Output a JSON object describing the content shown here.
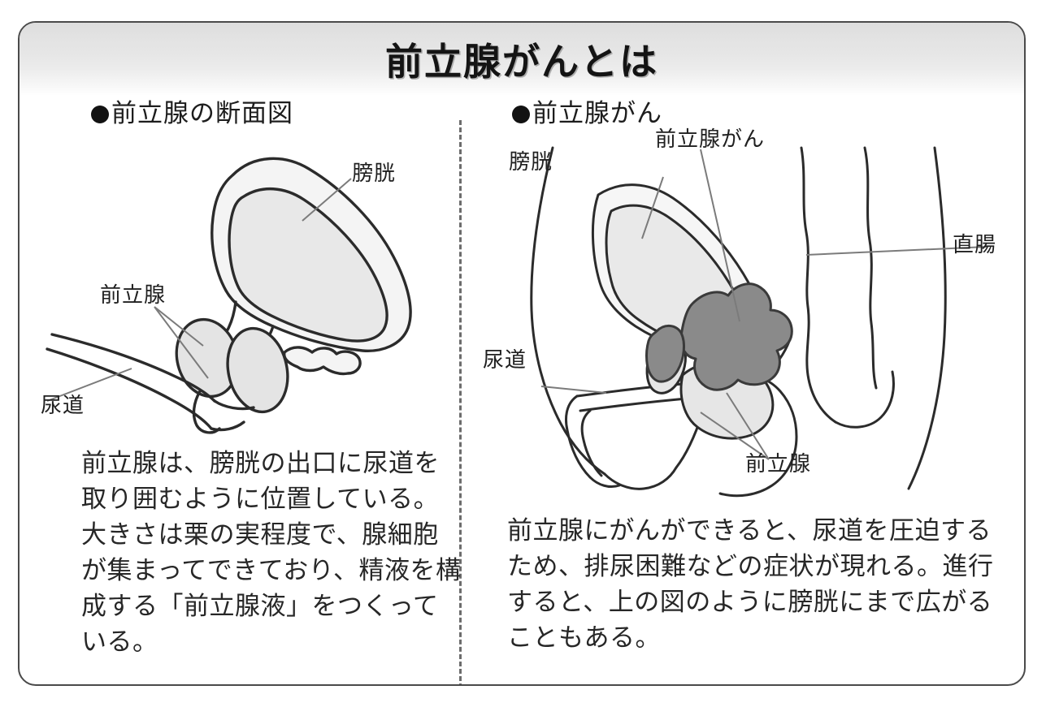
{
  "title": "前立腺がんとは",
  "panels": {
    "left": {
      "heading": "前立腺の断面図",
      "labels": {
        "bladder": "膀胱",
        "prostate": "前立腺",
        "urethra": "尿道"
      },
      "body": "前立腺は、膀胱の出口に尿道を取り囲むように位置している。大きさは栗の実程度で、腺細胞が集まってできており、精液を構成する「前立腺液」をつくっている。"
    },
    "right": {
      "heading": "前立腺がん",
      "labels": {
        "cancer": "前立腺がん",
        "bladder": "膀胱",
        "rectum": "直腸",
        "urethra": "尿道",
        "prostate": "前立腺"
      },
      "body": "前立腺にがんができると、尿道を圧迫するため、排尿困難などの症状が現れる。進行すると、上の図のように膀胱にまで広がることもある。"
    }
  },
  "colors": {
    "frame_border": "#4a4a4a",
    "title_band_top": "#dcdcdc",
    "ink": "#2b2b2b",
    "organ_fill": "#efefef",
    "tumor_fill": "#8a8a8a",
    "leader_line": "#7b7b7b"
  }
}
